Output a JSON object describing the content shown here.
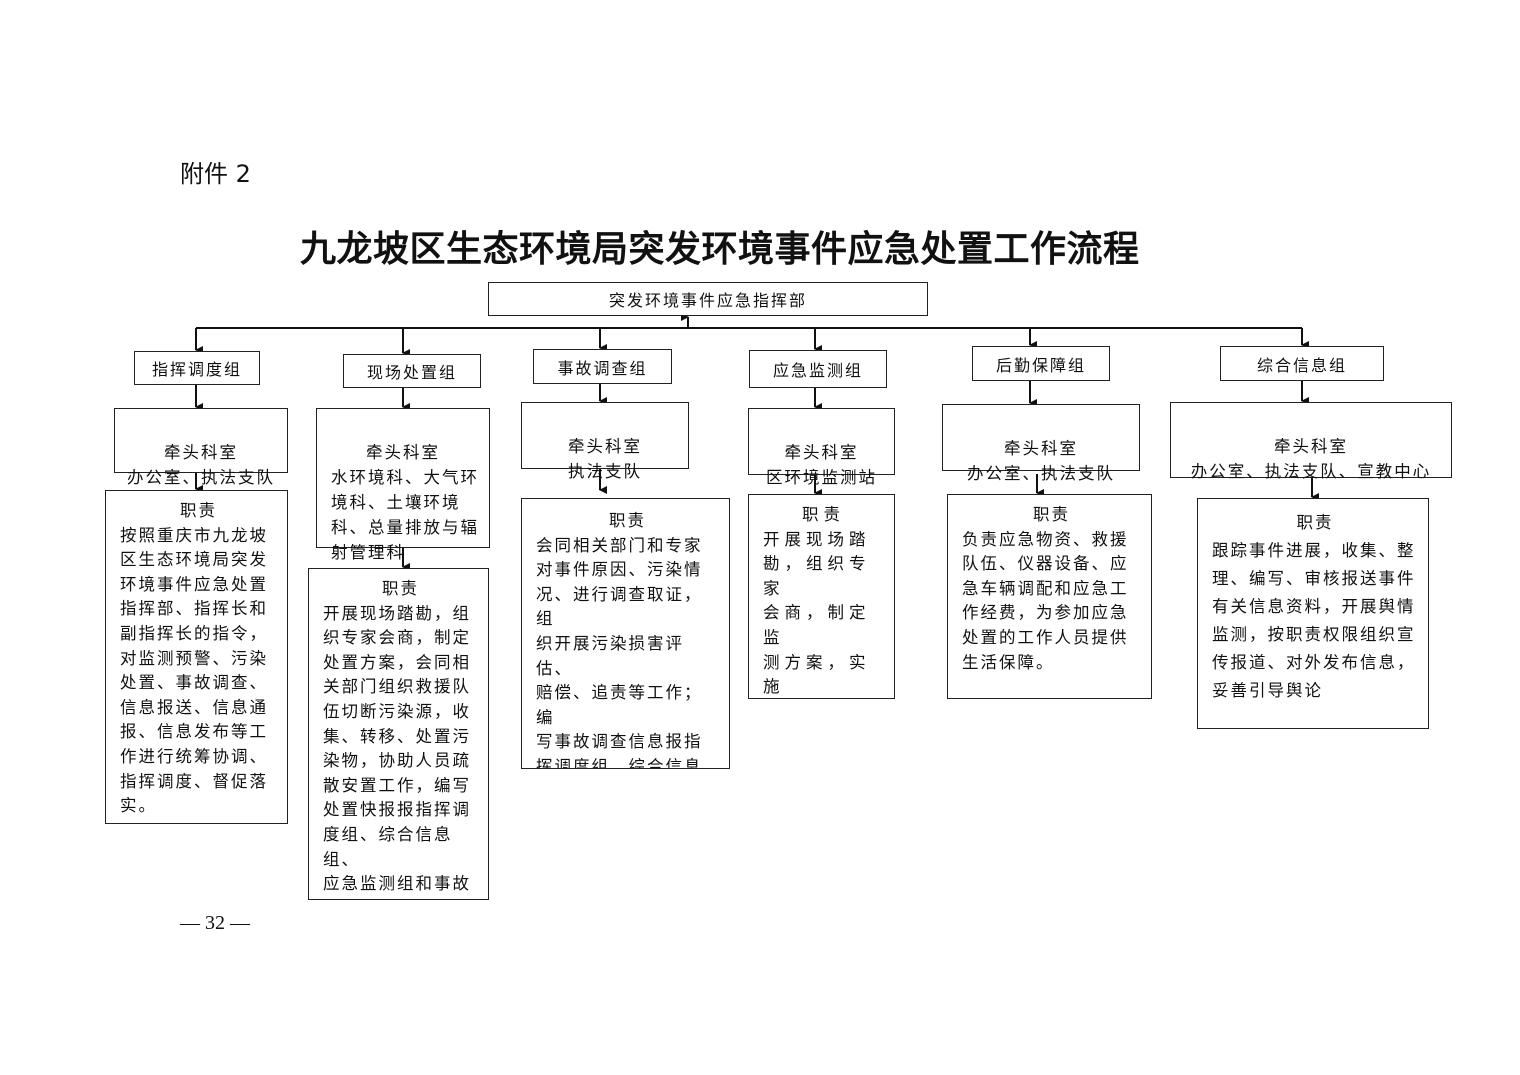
{
  "attachment_label": "附件 2",
  "title": "九龙坡区生态环境局突发环境事件应急处置工作流程",
  "headquarters": "突发环境事件应急指挥部",
  "lead_heading": "牵头科室",
  "duty_heading": "职责",
  "groups": [
    {
      "name": "指挥调度组",
      "lead": "办公室、执法支队",
      "duty": "按照重庆市九龙坡\n区生态环境局突发\n环境事件应急处置\n指挥部、指挥长和\n副指挥长的指令，\n对监测预警、污染\n处置、事故调查、\n信息报送、信息通\n报、信息发布等工\n作进行统筹协调、\n指挥调度、督促落\n实。"
    },
    {
      "name": "现场处置组",
      "lead": "水环境科、大气环\n境科、土壤环境\n科、总量排放与辐\n射管理科",
      "duty": "开展现场踏勘，组\n织专家会商，制定\n处置方案，会同相\n关部门组织救援队\n伍切断污染源，收\n集、转移、处置污\n染物，协助人员疏\n散安置工作，编写\n处置快报报指挥调\n度组、综合信息组、\n应急监测组和事故\n调查组"
    },
    {
      "name": "事故调查组",
      "lead": "执法支队",
      "duty": "会同相关部门和专家\n对事件原因、污染情\n况、进行调查取证，组\n织开展污染损害评估、\n赔偿、追责等工作；编\n写事故调查信息报指\n挥调度组、综合信息\n组、现场处置组和应急\n监测组。"
    },
    {
      "name": "应急监测组",
      "lead": "区环境监测站",
      "duty": "开展现场踏\n勘，组织专家\n会商，制定监\n测方案，实施\n应急监测，进\n行污染动态预\n测预警，提出"
    },
    {
      "name": "后勤保障组",
      "lead": "办公室、执法支队",
      "duty": "负责应急物资、救援\n队伍、仪器设备、应\n急车辆调配和应急工\n作经费，为参加应急\n处置的工作人员提供\n生活保障。"
    },
    {
      "name": "综合信息组",
      "lead": "办公室、执法支队、宣教中心",
      "duty": "跟踪事件进展，收集、整\n理、编写、审核报送事件\n有关信息资料，开展舆情\n监测，按职责权限组织宣\n传报道、对外发布信息，\n妥善引导舆论"
    }
  ],
  "page_number": "— 32 —"
}
